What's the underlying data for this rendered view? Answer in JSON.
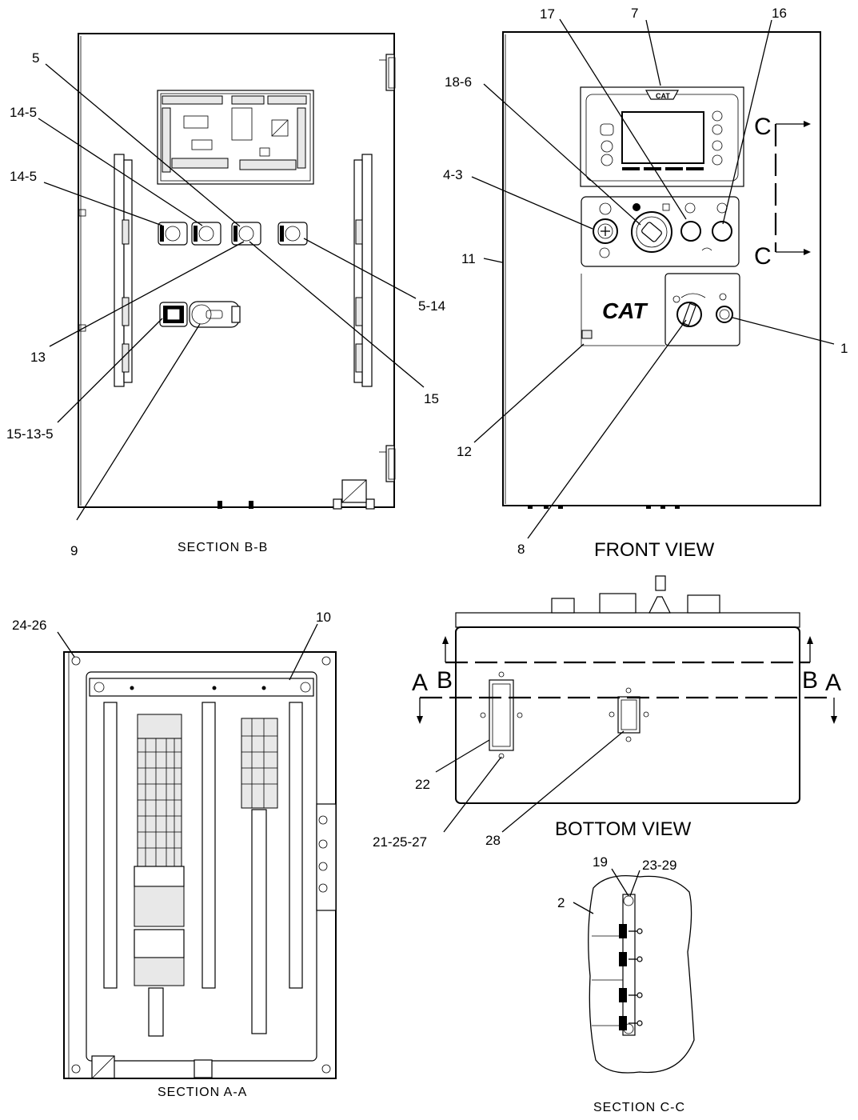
{
  "views": {
    "section_bb": {
      "title": "SECTION  B-B"
    },
    "front_view": {
      "title": "FRONT VIEW"
    },
    "section_aa": {
      "title": "SECTION  A-A"
    },
    "bottom_view": {
      "title": "BOTTOM VIEW"
    },
    "section_cc": {
      "title": "SECTION  C-C"
    }
  },
  "brand": {
    "logo": "CAT"
  },
  "section_markers": {
    "c_top": "C",
    "c_bottom": "C",
    "b_left": "B",
    "a_left": "A",
    "b_right": "B",
    "a_right": "A"
  },
  "callouts": {
    "c5": "5",
    "c14_5_a": "14-5",
    "c14_5_b": "14-5",
    "c5_14": "5-14",
    "c13": "13",
    "c15": "15",
    "c15_13_5": "15-13-5",
    "c9": "9",
    "c17": "17",
    "c7": "7",
    "c16": "16",
    "c18_6": "18-6",
    "c4_3": "4-3",
    "c11": "11",
    "c1": "1",
    "c12": "12",
    "c8": "8",
    "c24_26": "24-26",
    "c10": "10",
    "c22": "22",
    "c21_25_27": "21-25-27",
    "c28": "28",
    "c19": "19",
    "c23_29": "23-29",
    "c2": "2"
  }
}
